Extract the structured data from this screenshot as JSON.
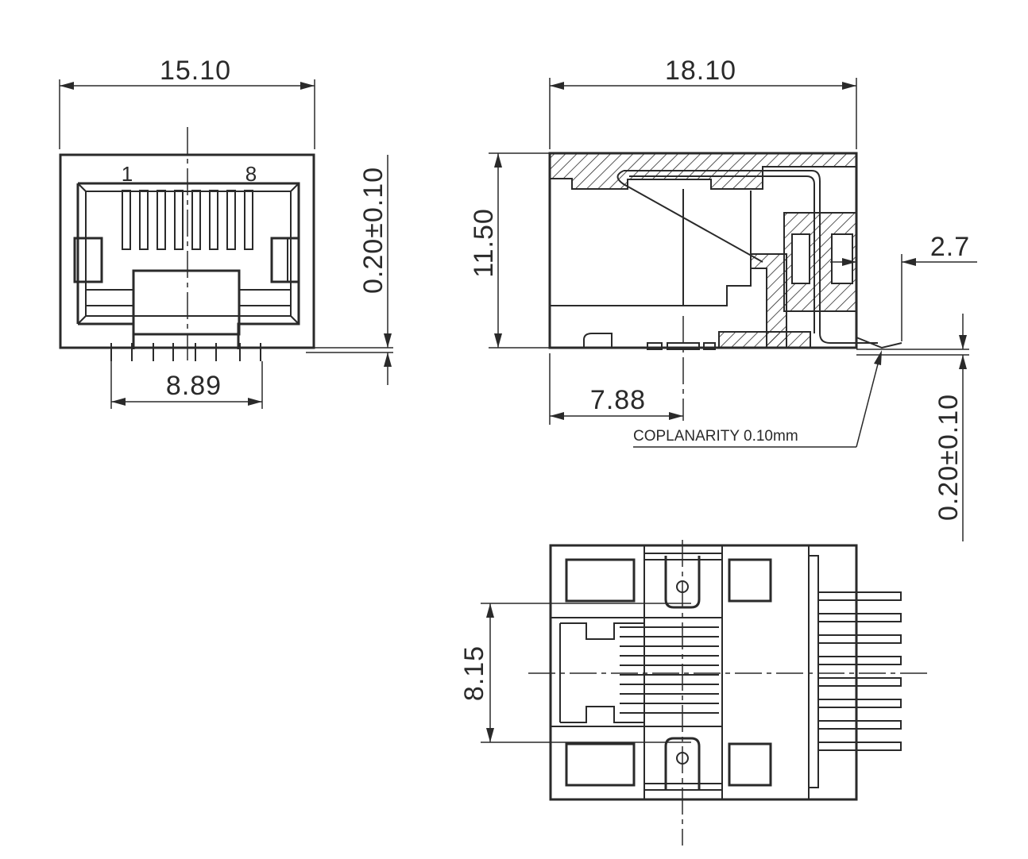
{
  "front_view": {
    "width_dim": "15.10",
    "pin_pitch_dim": "8.89",
    "offset_dim": "0.20±0.10",
    "pin_first_label": "1",
    "pin_last_label": "8"
  },
  "side_view": {
    "length_dim": "18.10",
    "height_dim": "11.50",
    "lead_dim": "2.7",
    "post_dim": "7.88",
    "offset_dim": "0.20±0.10",
    "coplanarity_note": "COPLANARITY  0.10mm"
  },
  "bottom_view": {
    "post_spacing_dim": "8.15"
  }
}
